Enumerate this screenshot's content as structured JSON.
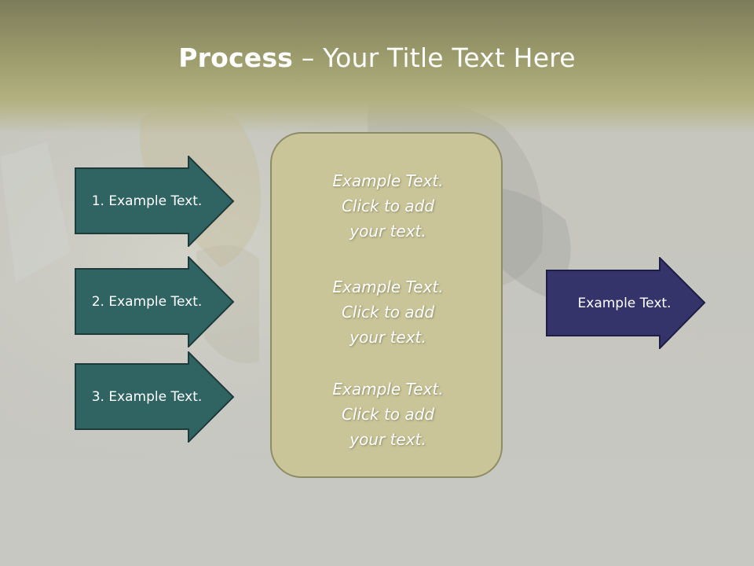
{
  "title": {
    "bold": "Process",
    "rest": " – Your Title Text Here"
  },
  "left_steps": [
    {
      "label": "1. Example Text."
    },
    {
      "label": "2. Example Text."
    },
    {
      "label": "3. Example Text."
    }
  ],
  "center_box": {
    "items": [
      {
        "text": "Example Text.\nClick  to add\nyour text."
      },
      {
        "text": "Example Text.\nClick  to add\nyour text."
      },
      {
        "text": "Example Text.\nClick  to add\nyour text."
      }
    ]
  },
  "output_arrow": {
    "label": "Example Text."
  },
  "colors": {
    "step_arrow_fill": "#2f6463",
    "output_arrow_fill": "#34346b",
    "box_fill": "#c9c598",
    "header": "#9e9d6e"
  }
}
